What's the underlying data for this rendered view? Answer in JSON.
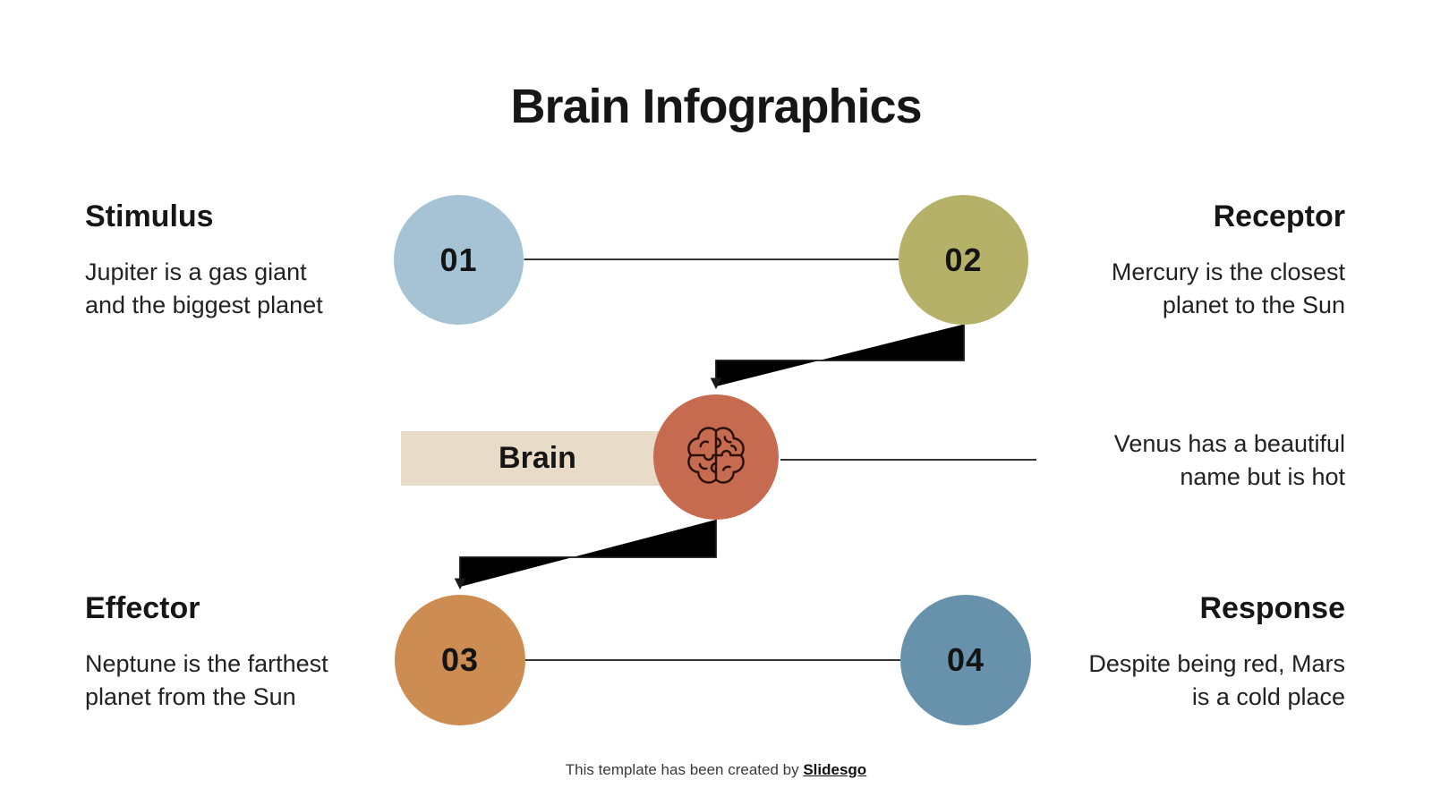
{
  "slide": {
    "title": "Brain Infographics",
    "background_color": "#ffffff",
    "line_color": "#1a1a1a",
    "text_color": "#1e1e1e"
  },
  "sections": [
    {
      "heading": "Stimulus",
      "line1": "Jupiter is a gas giant",
      "line2": "and the biggest planet",
      "align": "left"
    },
    {
      "heading": "Receptor",
      "line1": "Mercury is the closest",
      "line2": "planet to the Sun",
      "align": "right"
    },
    {
      "heading": "Effector",
      "line1": "Neptune is the farthest",
      "line2": "planet from the Sun",
      "align": "left"
    },
    {
      "heading": "Response",
      "line1": "Despite being red, Mars",
      "line2": "is a cold place",
      "align": "right"
    }
  ],
  "nodes": [
    {
      "number": "01",
      "color": "#a5c3d5"
    },
    {
      "number": "02",
      "color": "#b6b168"
    },
    {
      "number": "03",
      "color": "#cd8c51"
    },
    {
      "number": "04",
      "color": "#6892ac"
    }
  ],
  "center": {
    "label": "Brain",
    "icon": "brain-icon",
    "circle_color": "#c66b4f",
    "label_bg": "#e8dcc8",
    "note_line1": "Venus has a beautiful",
    "note_line2": "name but is hot"
  },
  "footer": {
    "text": "This template has been created by ",
    "brand": "Slidesgo"
  }
}
